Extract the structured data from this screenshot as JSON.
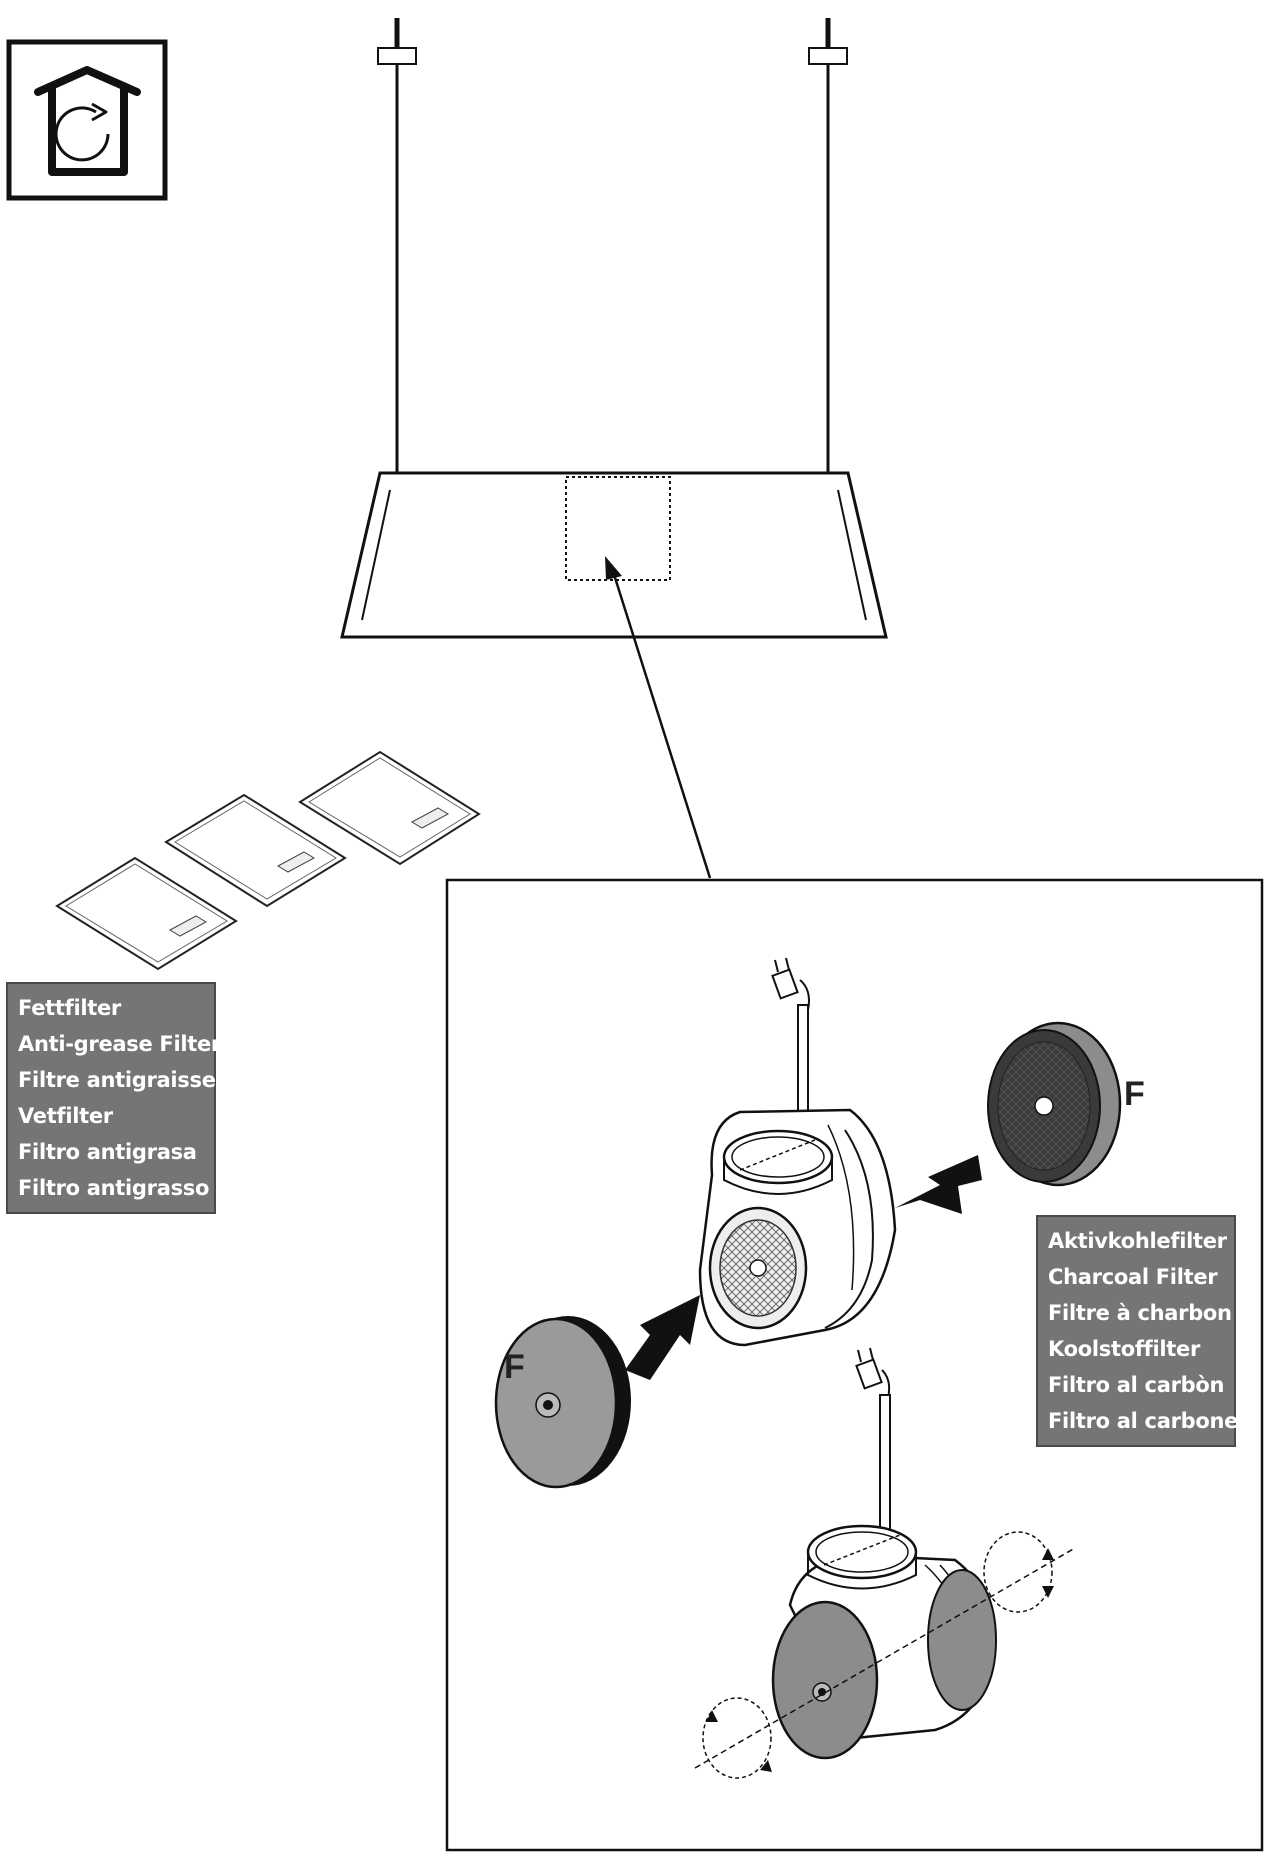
{
  "grease_filter": {
    "labels": [
      "Fettfilter",
      "Anti-grease Filter",
      "Filtre antigraisse",
      "Vetfilter",
      "Filtro antigrasa",
      "Filtro antigrasso"
    ]
  },
  "charcoal_filter": {
    "labels": [
      "Aktivkohlefilter",
      "Charcoal Filter",
      "Filtre à charbon",
      "Koolstoffilter",
      "Filtro al carbòn",
      "Filtro al carbone"
    ],
    "marker": "F"
  },
  "icons": {
    "mode": "recirculation-house-icon"
  },
  "colors": {
    "label_bg": "#757575",
    "line": "#111111",
    "filter_disc": "#8c8c8c"
  }
}
